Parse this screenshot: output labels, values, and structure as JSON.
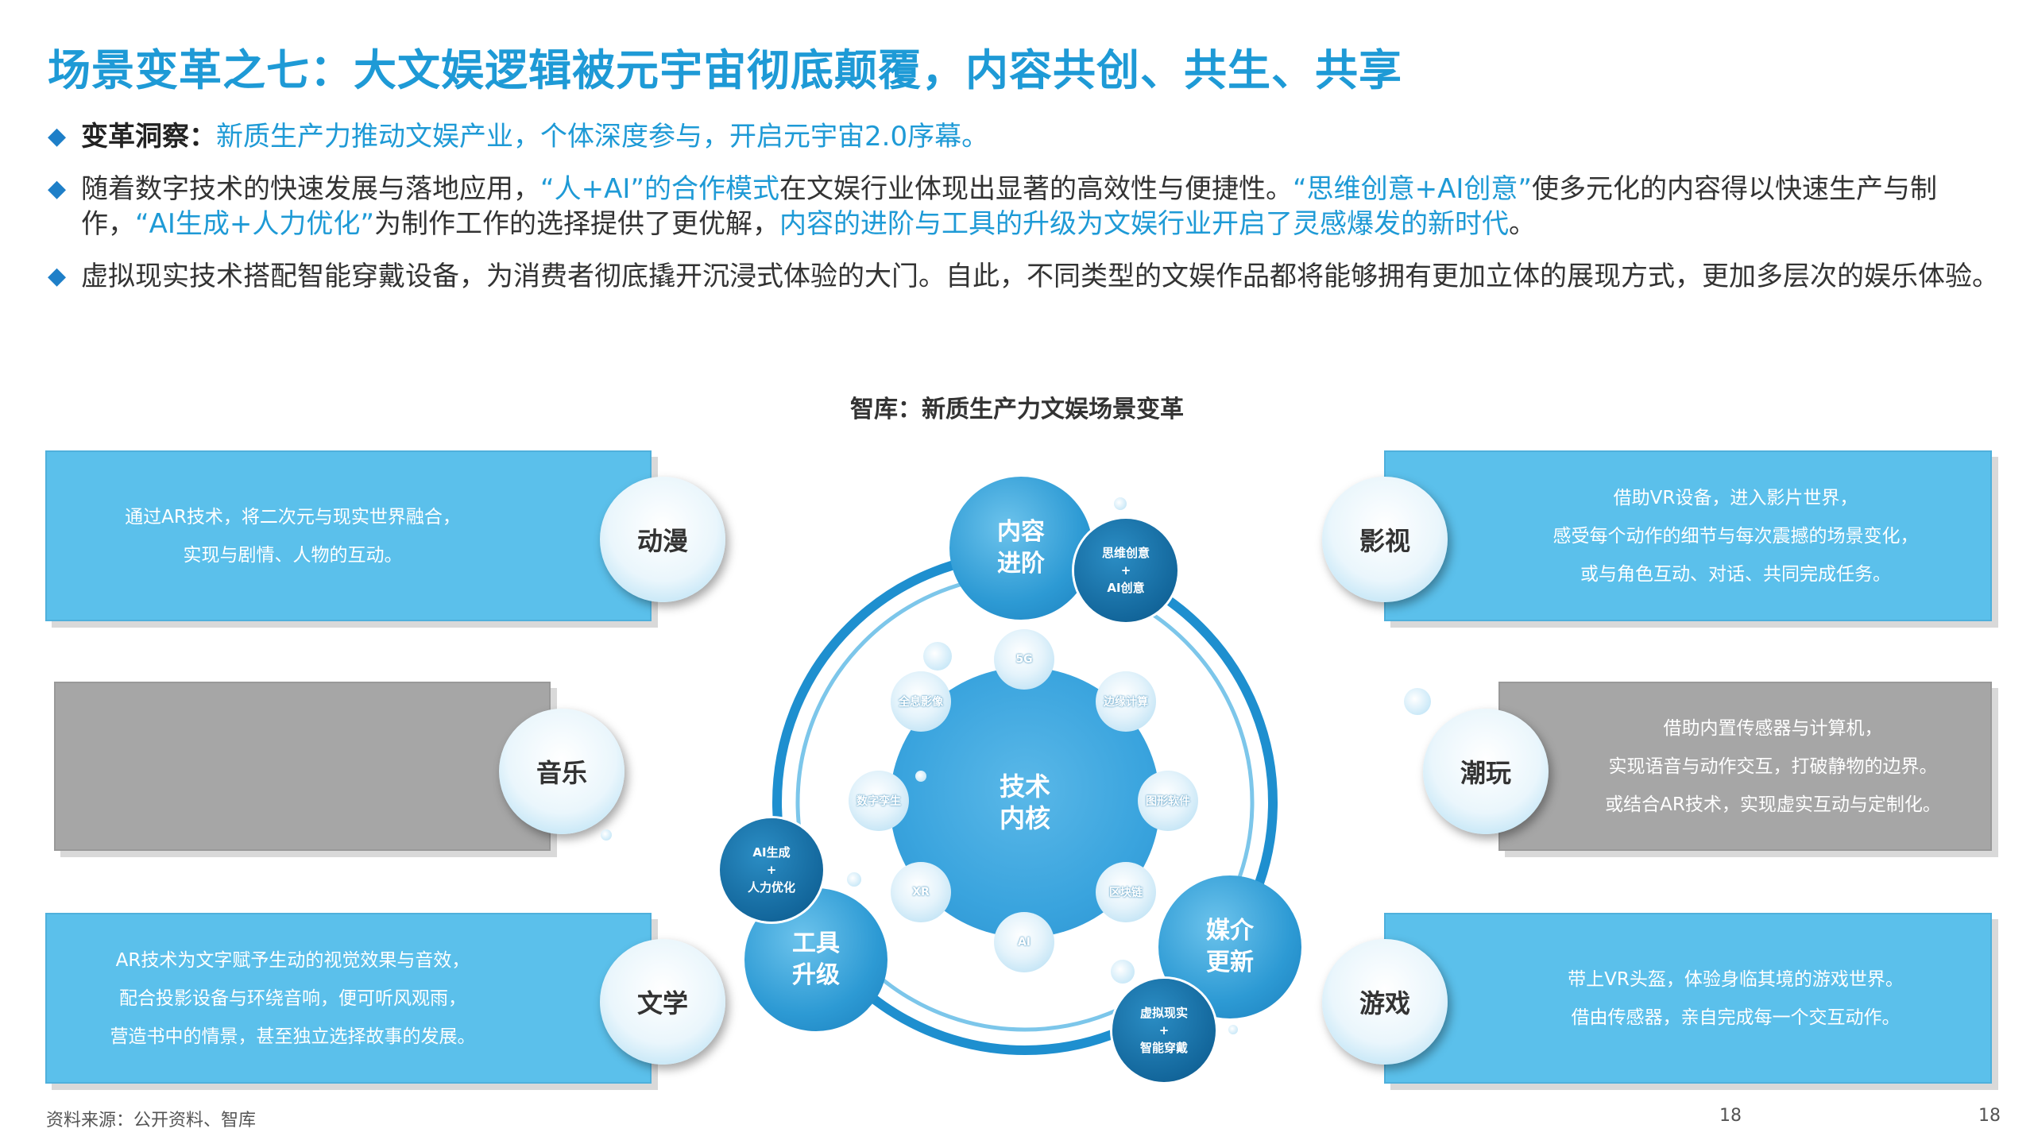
{
  "title": "场景变革之七：大文娱逻辑被元宇宙彻底颠覆，内容共创、共生、共享",
  "bullets": {
    "b1_label": "变革洞察：",
    "b1_text": "新质生产力推动文娱产业，个体深度参与，开启元宇宙2.0序幕。",
    "b2_p1": "随着数字技术的快速发展与落地应用，",
    "b2_h1": "“人+AI”的合作模式",
    "b2_p2": "在文娱行业体现出显著的高效性与便捷性。",
    "b2_h2": "“思维创意+AI创意”",
    "b2_p3": "使多元化的内容得以快速生产与制作，",
    "b2_h3": "“AI生成+人力优化”",
    "b2_p4": "为制作工作的选择提供了更优解，",
    "b2_h4": "内容的进阶与工具的升级为文娱行业开启了灵感爆发的新时代",
    "b2_p5": "。",
    "b3_text": "虚拟现实技术搭配智能穿戴设备，为消费者彻底撬开沉浸式体验的大门。自此，不同类型的文娱作品都将能够拥有更加立体的展现方式，更加多层次的娱乐体验。"
  },
  "chart_title": "智库：新质生产力文娱场景变革",
  "cards": {
    "anime": {
      "label": "动漫",
      "line1": "通过AR技术，将二次元与现实世界融合，",
      "line2": "实现与剧情、人物的互动。"
    },
    "music": {
      "label": "音乐"
    },
    "literature": {
      "label": "文学",
      "line1": "AR技术为文字赋予生动的视觉效果与音效，",
      "line2": "配合投影设备与环绕音响，便可听风观雨，",
      "line3": "营造书中的情景，甚至独立选择故事的发展。"
    },
    "film": {
      "label": "影视",
      "line1": "借助VR设备，进入影片世界，",
      "line2": "感受每个动作的细节与每次震撼的场景变化，",
      "line3": "或与角色互动、对话、共同完成任务。"
    },
    "toys": {
      "label": "潮玩",
      "line1": "借助内置传感器与计算机，",
      "line2": "实现语音与动作交互，打破静物的边界。",
      "line3": "或结合AR技术，实现虚实互动与定制化。"
    },
    "game": {
      "label": "游戏",
      "line1": "带上VR头盔，体验身临其境的游戏世界。",
      "line2": "借由传感器，亲自完成每一个交互动作。"
    }
  },
  "diagram": {
    "core": {
      "line1": "技术",
      "line2": "内核"
    },
    "content": {
      "line1": "内容",
      "line2": "进阶"
    },
    "tool": {
      "line1": "工具",
      "line2": "升级"
    },
    "media": {
      "line1": "媒介",
      "line2": "更新"
    },
    "think": {
      "line1": "思维创意",
      "line2": "+",
      "line3": "AI创意"
    },
    "aigen": {
      "line1": "AI生成",
      "line2": "+",
      "line3": "人力优化"
    },
    "vr": {
      "line1": "虚拟现实",
      "line2": "+",
      "line3": "智能穿戴"
    },
    "techs": [
      "5G",
      "边缘计算",
      "图形软件",
      "区块链",
      "AI",
      "XR",
      "数字孪生",
      "全息影像"
    ]
  },
  "footer": {
    "source": "资料来源：公开资料、智库",
    "page1": "18",
    "page2": "18"
  }
}
